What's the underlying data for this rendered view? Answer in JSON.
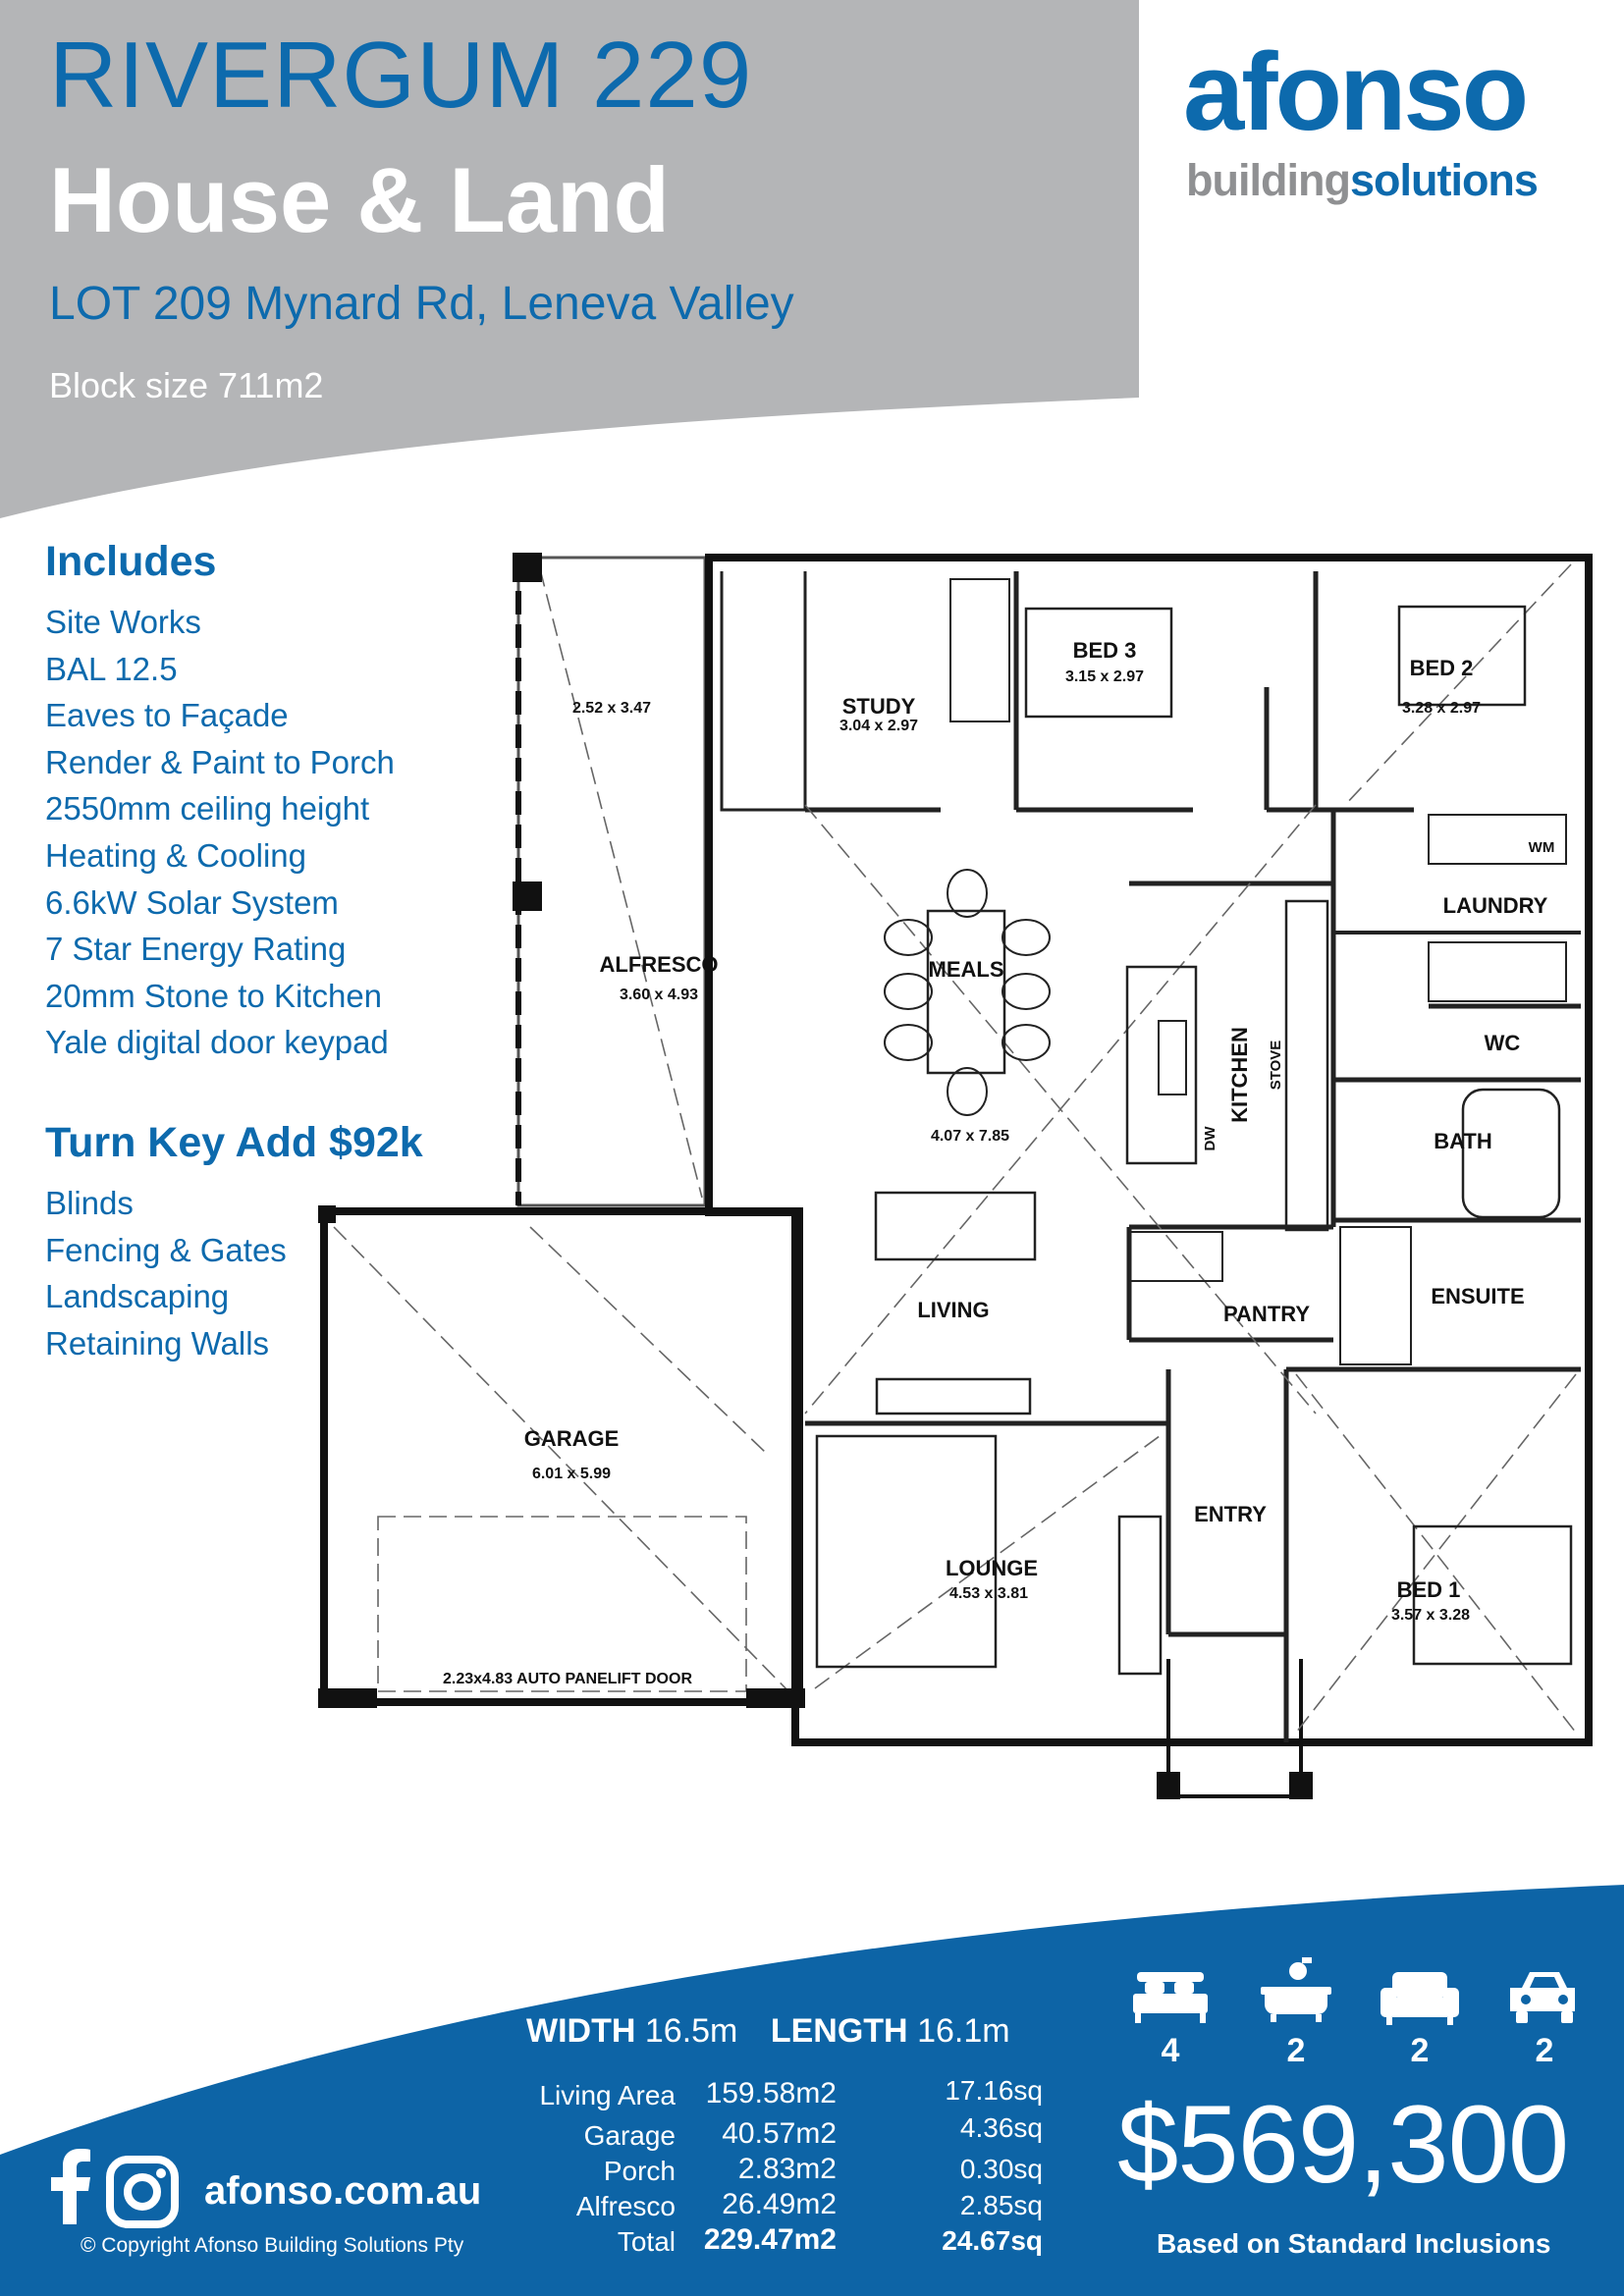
{
  "header": {
    "title": "RIVERGUM 229",
    "subtitle": "House & Land",
    "address": "LOT 209 Mynard Rd, Leneva Valley",
    "block_size": "Block size 711m2"
  },
  "logo": {
    "word": "afonso",
    "tag_grey": "building",
    "tag_blue": "solutions"
  },
  "includes": {
    "heading": "Includes",
    "items": [
      "Site Works",
      "BAL 12.5",
      "Eaves to Façade",
      "Render & Paint to Porch",
      "2550mm ceiling height",
      "Heating & Cooling",
      "6.6kW Solar System",
      "7 Star Energy Rating",
      "20mm Stone to Kitchen",
      "Yale digital door keypad"
    ]
  },
  "turnkey": {
    "heading": "Turn Key Add $92k",
    "items": [
      "Blinds",
      "Fencing & Gates",
      "Landscaping",
      "Retaining Walls"
    ]
  },
  "floorplan": {
    "rooms": {
      "study": {
        "name": "STUDY",
        "size": "3.04 x 2.97"
      },
      "bed3": {
        "name": "BED 3",
        "size": "3.15 x 2.97"
      },
      "bed2": {
        "name": "BED 2",
        "size": "3.28 x 2.97"
      },
      "alfresco_top": {
        "size": "2.52 x 3.47"
      },
      "alfresco": {
        "name": "ALFRESCO",
        "size": "3.60 x 4.93"
      },
      "meals": {
        "name": "MEALS",
        "size": "4.07 x 7.85"
      },
      "kitchen": {
        "name": "KITCHEN"
      },
      "stove": "STOVE",
      "dw": "DW",
      "wm": "WM",
      "laundry": {
        "name": "LAUNDRY"
      },
      "wc": {
        "name": "WC"
      },
      "bath": {
        "name": "BATH"
      },
      "ensuite": {
        "name": "ENSUITE"
      },
      "pantry": {
        "name": "PANTRY"
      },
      "living": {
        "name": "LIVING"
      },
      "garage": {
        "name": "GARAGE",
        "size": "6.01 x 5.99"
      },
      "garage_door": "2.23x4.83 AUTO PANELIFT DOOR",
      "lounge": {
        "name": "LOUNGE",
        "size": "4.53 x 3.81"
      },
      "entry": {
        "name": "ENTRY"
      },
      "bed1": {
        "name": "BED 1",
        "size": "3.57 x 3.28"
      }
    }
  },
  "dimensions": {
    "width_label": "WIDTH",
    "width_value": "16.5m",
    "length_label": "LENGTH",
    "length_value": "16.1m"
  },
  "areas": [
    {
      "label": "Living Area",
      "m2": "159.58m2",
      "sq": "17.16sq"
    },
    {
      "label": "Garage",
      "m2": "40.57m2",
      "sq": "4.36sq"
    },
    {
      "label": "Porch",
      "m2": "2.83m2",
      "sq": "0.30sq"
    },
    {
      "label": "Alfresco",
      "m2": "26.49m2",
      "sq": "2.85sq"
    },
    {
      "label": "Total",
      "m2": "229.47m2",
      "sq": "24.67sq"
    }
  ],
  "features": [
    {
      "icon": "bed-icon",
      "count": "4"
    },
    {
      "icon": "bath-icon",
      "count": "2"
    },
    {
      "icon": "sofa-icon",
      "count": "2"
    },
    {
      "icon": "car-icon",
      "count": "2"
    }
  ],
  "price": "$569,300",
  "price_note": "Based on Standard Inclusions",
  "website": "afonso.com.au",
  "copyright": "© Copyright Afonso Building Solutions Pty",
  "colors": {
    "brand_blue": "#0d6aad",
    "header_grey": "#b4b5b7",
    "footer_blue": "#0d64a6"
  }
}
